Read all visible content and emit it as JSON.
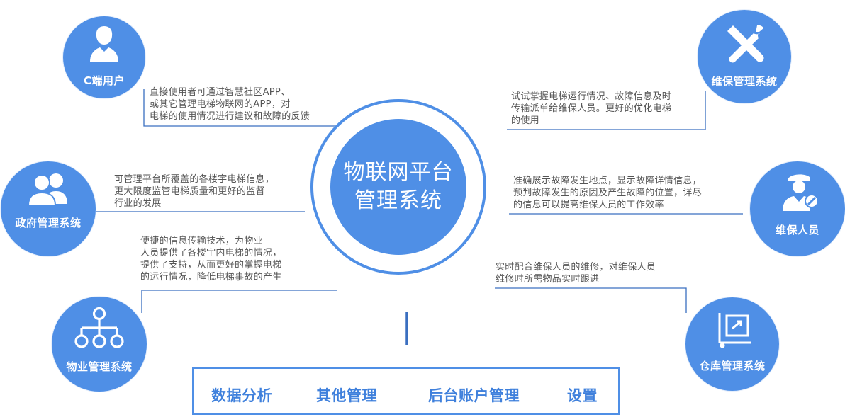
{
  "center": {
    "line1": "物联网平台",
    "line2": "管理系统"
  },
  "nodes": {
    "c_user": {
      "label": "C端用户",
      "icon": "user-icon"
    },
    "gov": {
      "label": "政府管理系统",
      "icon": "users-group-icon"
    },
    "property": {
      "label": "物业管理系统",
      "icon": "org-chart-icon"
    },
    "maintenance_system": {
      "label": "维保管理系统",
      "icon": "tools-icon"
    },
    "maintenance_staff": {
      "label": "维保人员",
      "icon": "worker-icon"
    },
    "warehouse": {
      "label": "仓库管理系统",
      "icon": "warehouse-icon"
    }
  },
  "descriptions": {
    "c_user": [
      "直接使用者可通过智慧社区APP、",
      "或其它管理电梯物联网的APP，对",
      "电梯的使用情况进行建议和故障的反馈"
    ],
    "gov": [
      "可管理平台所覆盖的各楼宇电梯信息，",
      "更大限度监管电梯质量和更好的监督",
      "行业的发展"
    ],
    "property": [
      "便捷的信息传输技术，为物业",
      "人员提供了各楼宇内电梯的情况，",
      "提供了支持，从而更好的掌握电梯",
      "的运行情况，降低电梯事故的产生"
    ],
    "maintenance_system": [
      "试试掌握电梯运行情况、故障信息及时",
      "传输派单给维保人员。更好的优化电梯",
      "的使用"
    ],
    "maintenance_staff": [
      "准确展示故障发生地点，显示故障详情信息，",
      "预判故障发生的原因及产生故障的位置，详尽",
      "的信息可以提高维保人员的工作效率"
    ],
    "warehouse": [
      "实时配合维保人员的维修，对维保人员",
      "维修时所需物品实时跟进"
    ]
  },
  "bottom_menu": [
    "数据分析",
    "其他管理",
    "后台账户管理",
    "设置"
  ],
  "colors": {
    "accent": "#4f8fe6",
    "line": "#3a6fc0",
    "text": "#555555"
  }
}
